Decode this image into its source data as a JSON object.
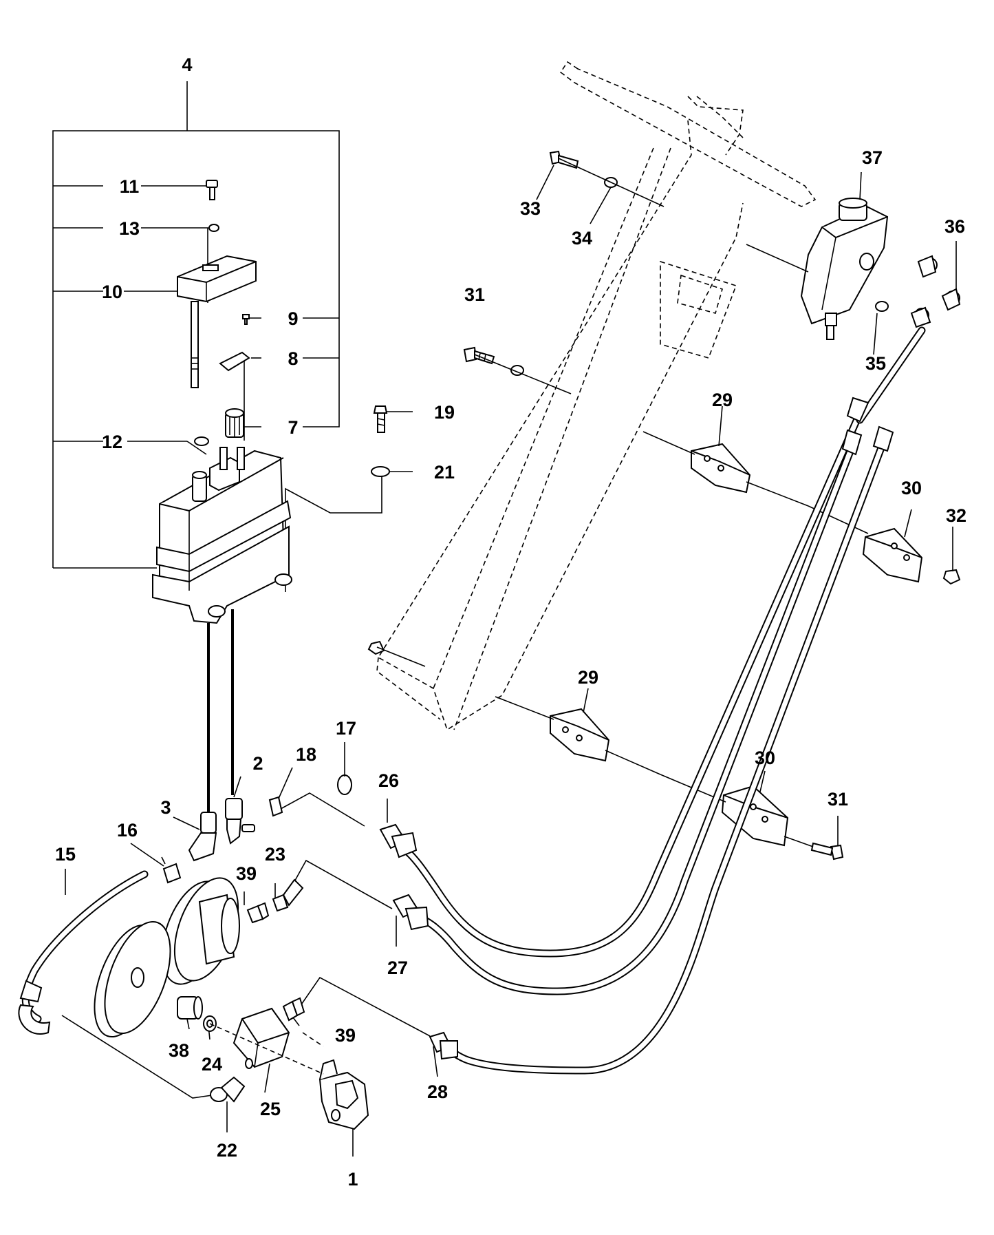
{
  "callouts": [
    "1",
    "2",
    "3",
    "4",
    "7",
    "8",
    "9",
    "10",
    "11",
    "12",
    "13",
    "15",
    "16",
    "17",
    "18",
    "19",
    "21",
    "22",
    "23",
    "24",
    "25",
    "26",
    "27",
    "28",
    "29",
    "30",
    "31",
    "32",
    "33",
    "34",
    "35",
    "36",
    "37",
    "38",
    "39"
  ]
}
